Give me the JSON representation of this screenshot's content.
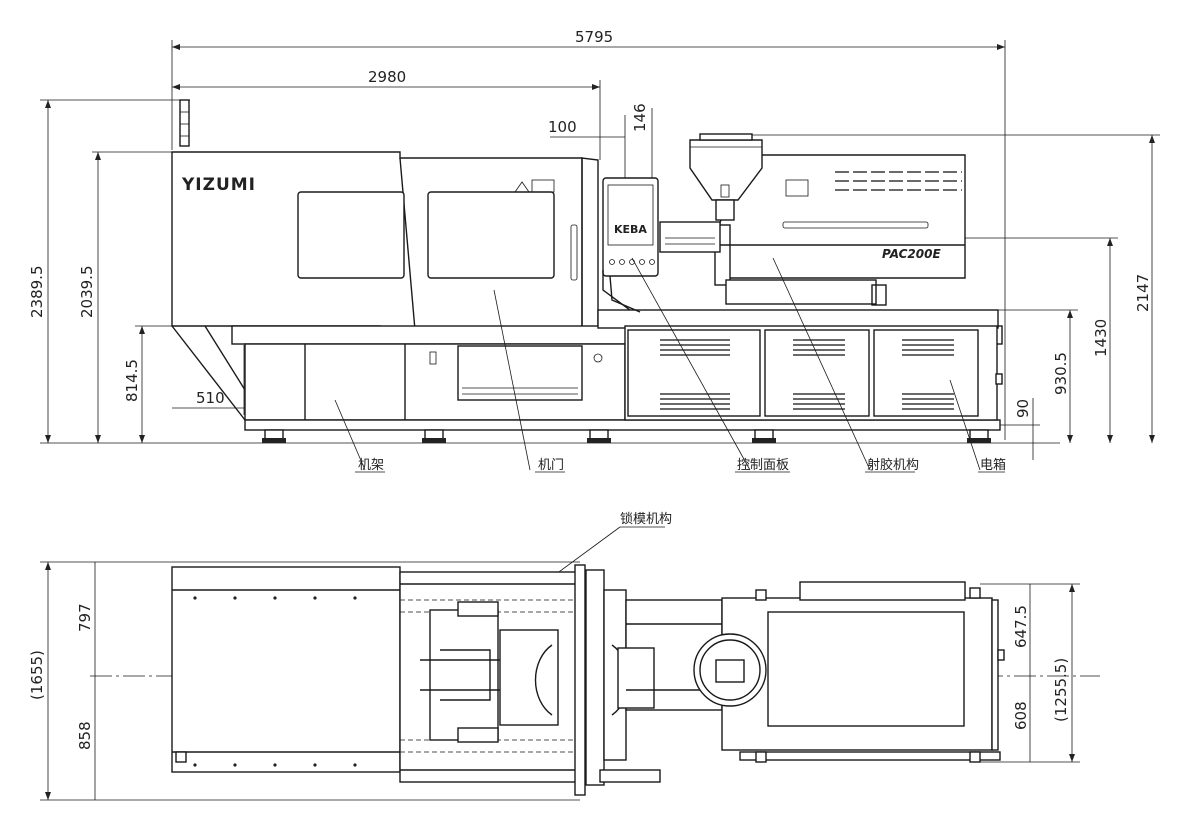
{
  "dimensions": {
    "overall_length": "5795",
    "clamp_length": "2980",
    "offset_100": "100",
    "offset_146": "146",
    "total_height": "2389.5",
    "door_height": "2039.5",
    "base_height": "814.5",
    "front_offset": "510",
    "hopper_height": "2147",
    "barrel_height": "1430",
    "nozzle_height": "930.5",
    "foot_height": "90",
    "top_width": "(1655)",
    "top_upper": "797",
    "top_lower": "858",
    "right_upper": "647.5",
    "right_lower": "608",
    "right_total": "(1255.5)"
  },
  "labels": {
    "frame": "机架",
    "door": "机门",
    "control_panel": "控制面板",
    "injection_unit": "射胶机构",
    "electric_box": "电箱",
    "clamp_unit": "锁模机构"
  },
  "brand": {
    "logo": "YIZUMI",
    "panel_brand": "KEBA",
    "model": "PAC200E"
  }
}
